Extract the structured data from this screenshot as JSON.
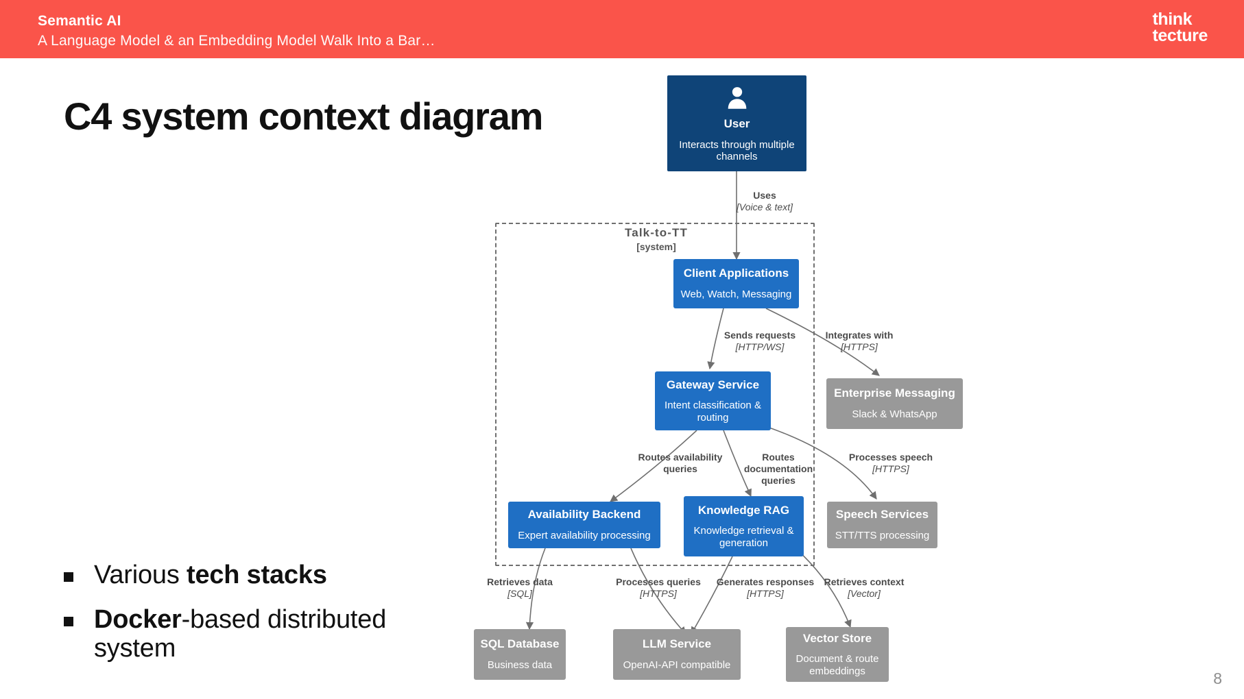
{
  "header": {
    "title": "Semantic AI",
    "subtitle": "A Language Model & an Embedding Model Walk Into a Bar…",
    "brand_line1": "think",
    "brand_line2": "tecture",
    "bar_color": "#fa544a"
  },
  "slide": {
    "title": "C4 system context diagram",
    "page_number": "8",
    "bullets": [
      {
        "prefix": "Various ",
        "strong": "tech stacks",
        "suffix": ""
      },
      {
        "prefix": "",
        "strong": "Docker",
        "suffix": "-based distributed system"
      }
    ]
  },
  "diagram": {
    "boundary": {
      "name": "Talk-to-TT",
      "type": "[system]"
    },
    "nodes": [
      {
        "id": "user",
        "title": "User",
        "desc": "Interacts through multiple channels",
        "kind": "person",
        "icon": "person-icon"
      },
      {
        "id": "client",
        "title": "Client Applications",
        "desc": "Web, Watch, Messaging",
        "kind": "internal"
      },
      {
        "id": "gateway",
        "title": "Gateway Service",
        "desc": "Intent classification & routing",
        "kind": "internal"
      },
      {
        "id": "enterprise",
        "title": "Enterprise Messaging",
        "desc": "Slack & WhatsApp",
        "kind": "external"
      },
      {
        "id": "availability",
        "title": "Availability Backend",
        "desc": "Expert availability processing",
        "kind": "internal"
      },
      {
        "id": "rag",
        "title": "Knowledge RAG",
        "desc": "Knowledge retrieval & generation",
        "kind": "internal"
      },
      {
        "id": "speech",
        "title": "Speech Services",
        "desc": "STT/TTS processing",
        "kind": "external"
      },
      {
        "id": "sql",
        "title": "SQL Database",
        "desc": "Business data",
        "kind": "external"
      },
      {
        "id": "llm",
        "title": "LLM Service",
        "desc": "OpenAI-API compatible",
        "kind": "external"
      },
      {
        "id": "vector",
        "title": "Vector Store",
        "desc": "Document & route embeddings",
        "kind": "external"
      }
    ],
    "edges": [
      {
        "id": "e1",
        "from": "user",
        "to": "client",
        "label": "Uses",
        "tech": "[Voice & text]"
      },
      {
        "id": "e2",
        "from": "client",
        "to": "gateway",
        "label": "Sends requests",
        "tech": "[HTTP/WS]"
      },
      {
        "id": "e3",
        "from": "client",
        "to": "enterprise",
        "label": "Integrates with",
        "tech": "[HTTPS]"
      },
      {
        "id": "e4",
        "from": "gateway",
        "to": "availability",
        "label": "Routes availability queries",
        "tech": ""
      },
      {
        "id": "e5",
        "from": "gateway",
        "to": "rag",
        "label": "Routes documentation queries",
        "tech": ""
      },
      {
        "id": "e6",
        "from": "gateway",
        "to": "speech",
        "label": "Processes speech",
        "tech": "[HTTPS]"
      },
      {
        "id": "e7",
        "from": "availability",
        "to": "sql",
        "label": "Retrieves data",
        "tech": "[SQL]"
      },
      {
        "id": "e8",
        "from": "availability",
        "to": "llm",
        "label": "Processes queries",
        "tech": "[HTTPS]"
      },
      {
        "id": "e9",
        "from": "rag",
        "to": "llm",
        "label": "Generates responses",
        "tech": "[HTTPS]"
      },
      {
        "id": "e10",
        "from": "rag",
        "to": "vector",
        "label": "Retrieves context",
        "tech": "[Vector]"
      }
    ],
    "colors": {
      "person": "#0f4478",
      "internal": "#1f6fc4",
      "external": "#999999",
      "edge": "#6f6f6f",
      "boundary": "#6f6f6f"
    }
  }
}
